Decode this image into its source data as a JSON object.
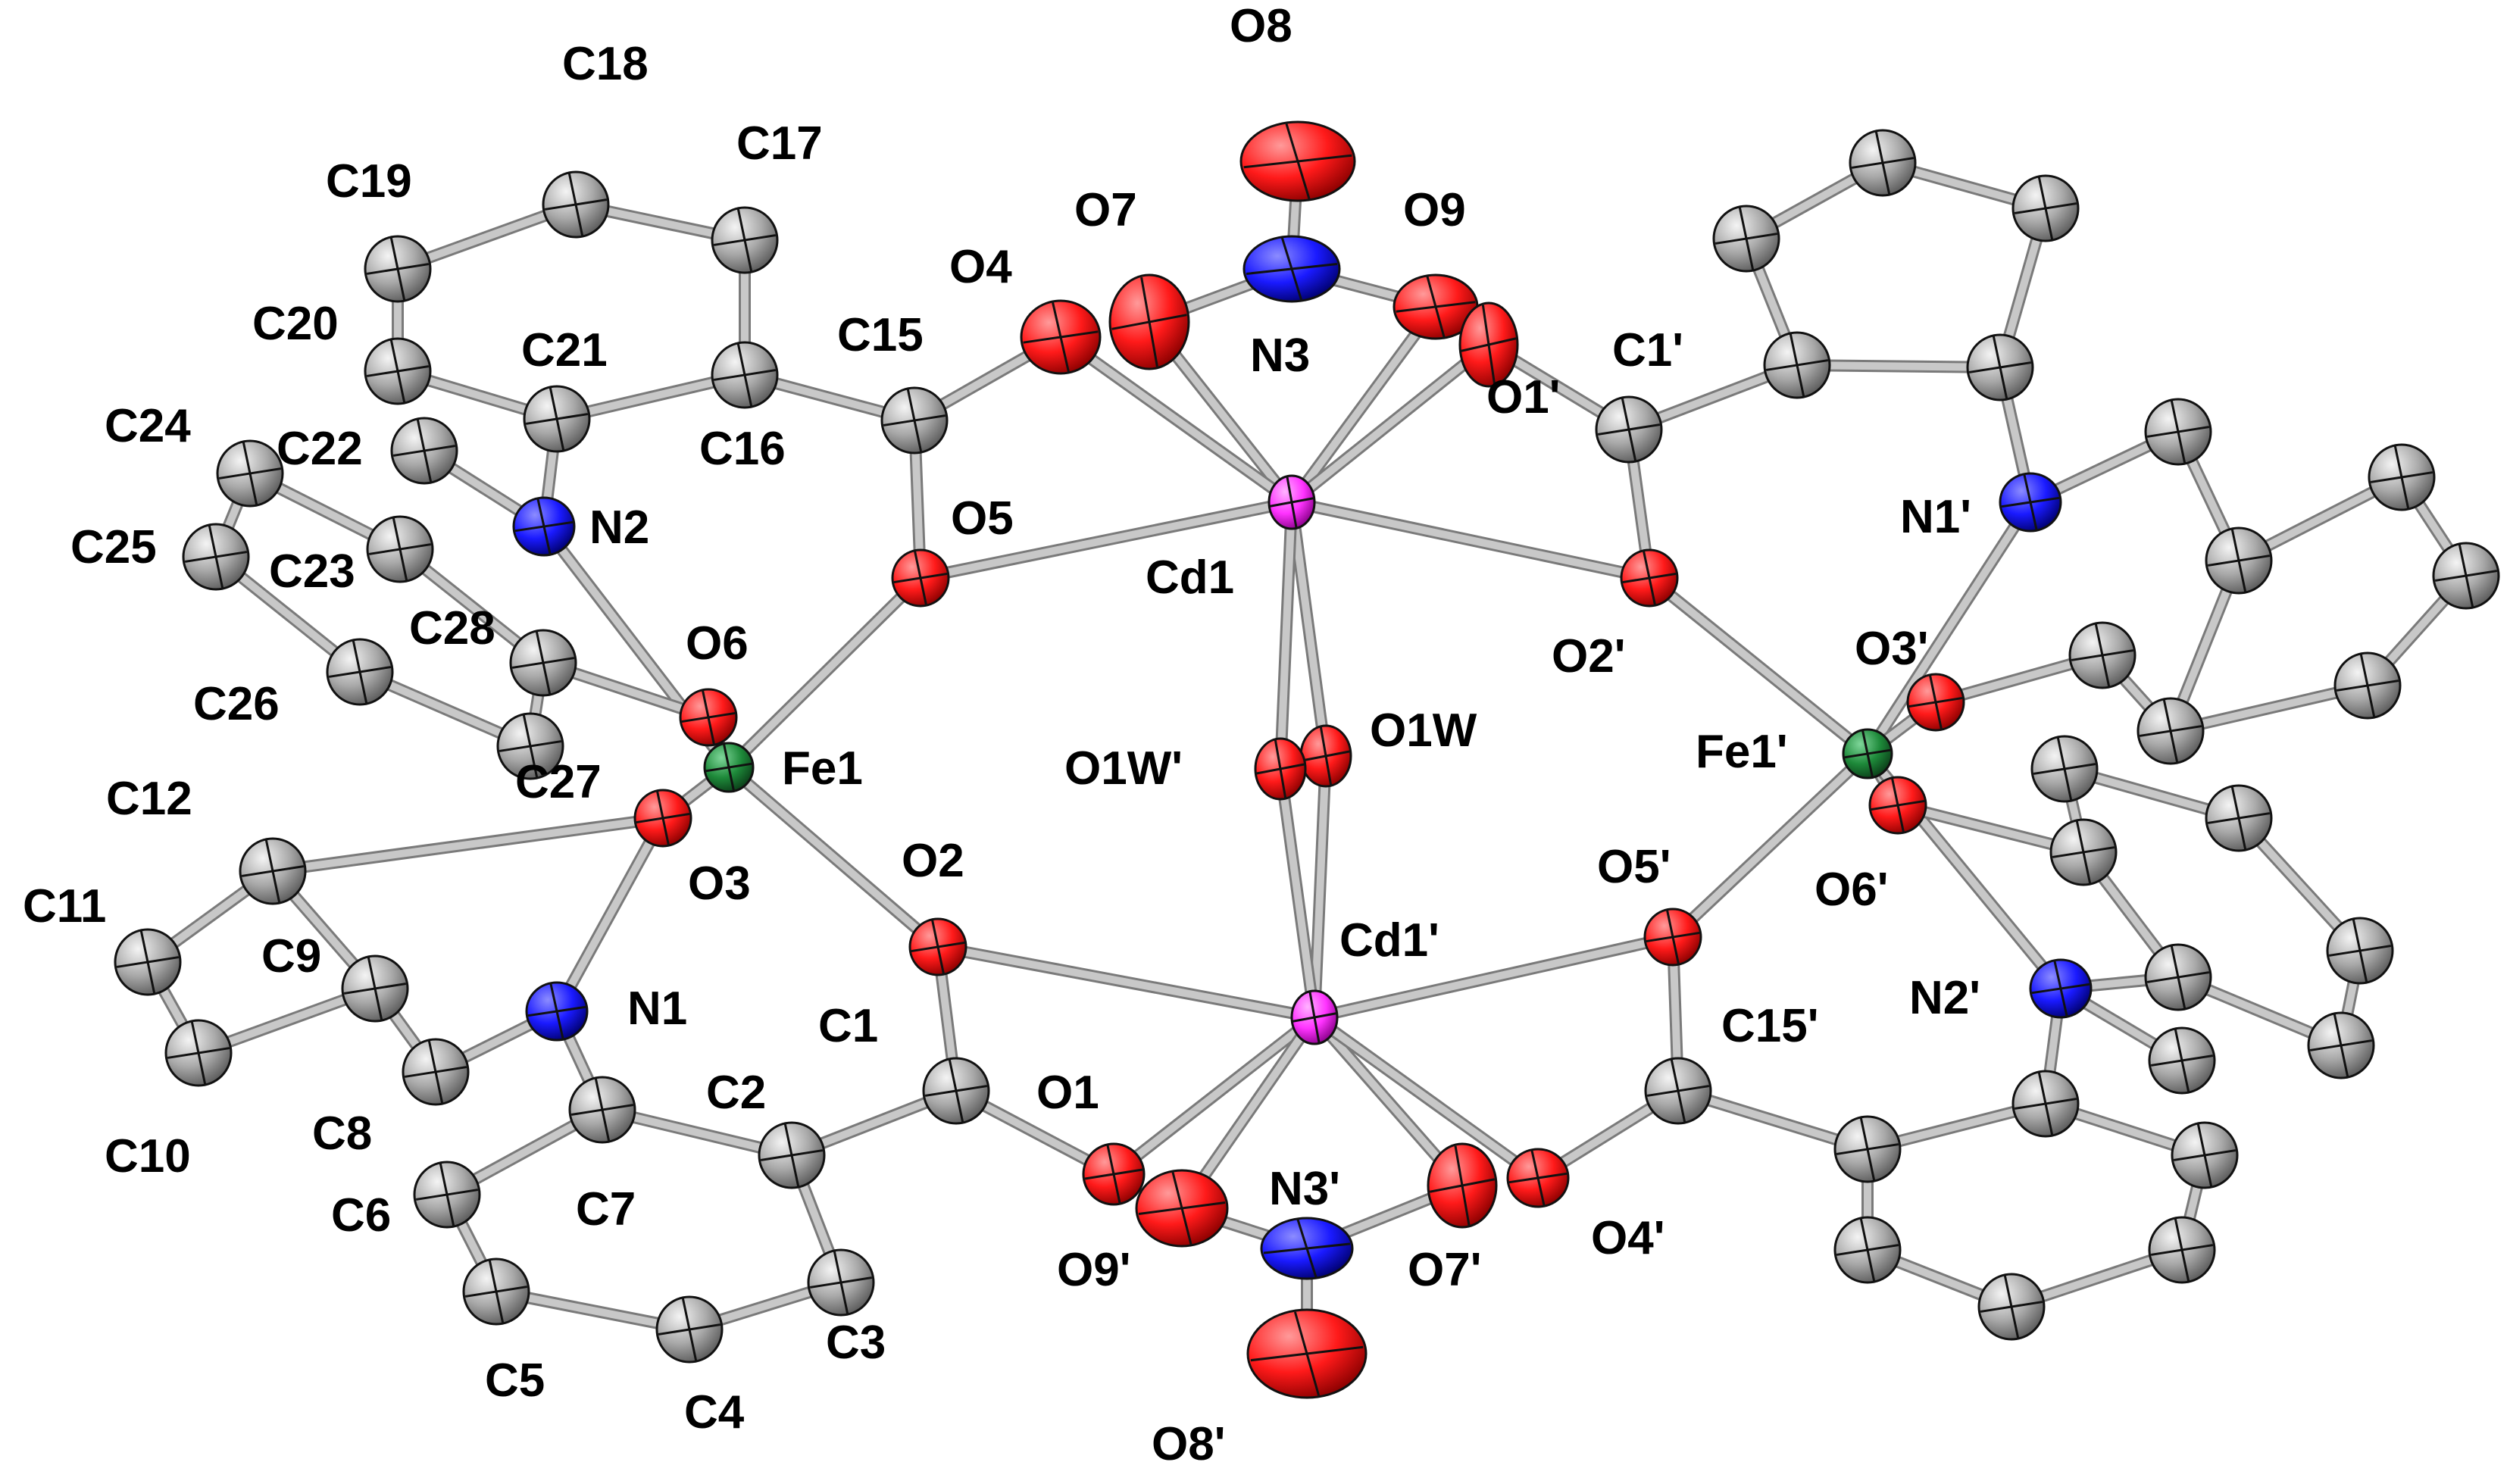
{
  "colors": {
    "C": "#a9a9a9",
    "N": "#1a1aff",
    "O": "#ff1a1a",
    "Fe": "#1e8a3a",
    "Cd": "#ff33ff",
    "bond": "#c8c8c8",
    "background": "#ffffff"
  },
  "atoms": [
    {
      "id": "O8",
      "element": "O",
      "label": "O8"
    },
    {
      "id": "N3",
      "element": "N",
      "label": "N3"
    },
    {
      "id": "O7",
      "element": "O",
      "label": "O7"
    },
    {
      "id": "O9",
      "element": "O",
      "label": "O9"
    },
    {
      "id": "O4",
      "element": "O",
      "label": "O4"
    },
    {
      "id": "O1'",
      "element": "O",
      "label": "O1'"
    },
    {
      "id": "Cd1",
      "element": "Cd",
      "label": "Cd1"
    },
    {
      "id": "C15",
      "element": "C",
      "label": "C15"
    },
    {
      "id": "O5",
      "element": "O",
      "label": "O5"
    },
    {
      "id": "C16",
      "element": "C",
      "label": "C16"
    },
    {
      "id": "C17",
      "element": "C",
      "label": "C17"
    },
    {
      "id": "C18",
      "element": "C",
      "label": "C18"
    },
    {
      "id": "C19",
      "element": "C",
      "label": "C19"
    },
    {
      "id": "C20",
      "element": "C",
      "label": "C20"
    },
    {
      "id": "C21",
      "element": "C",
      "label": "C21"
    },
    {
      "id": "N2",
      "element": "N",
      "label": "N2"
    },
    {
      "id": "C22",
      "element": "C",
      "label": "C22"
    },
    {
      "id": "C23",
      "element": "C",
      "label": "C23"
    },
    {
      "id": "C24",
      "element": "C",
      "label": "C24"
    },
    {
      "id": "C25",
      "element": "C",
      "label": "C25"
    },
    {
      "id": "C26",
      "element": "C",
      "label": "C26"
    },
    {
      "id": "C28",
      "element": "C",
      "label": "C28"
    },
    {
      "id": "C27",
      "element": "C",
      "label": "C27"
    },
    {
      "id": "O6",
      "element": "O",
      "label": "O6"
    },
    {
      "id": "Fe1",
      "element": "Fe",
      "label": "Fe1"
    },
    {
      "id": "O3",
      "element": "O",
      "label": "O3"
    },
    {
      "id": "C12",
      "element": "C",
      "label": "C12"
    },
    {
      "id": "C11",
      "element": "C",
      "label": "C11"
    },
    {
      "id": "C9",
      "element": "C",
      "label": "C9"
    },
    {
      "id": "C10",
      "element": "C",
      "label": "C10"
    },
    {
      "id": "C8",
      "element": "C",
      "label": "C8"
    },
    {
      "id": "N1",
      "element": "N",
      "label": "N1"
    },
    {
      "id": "O2",
      "element": "O",
      "label": "O2"
    },
    {
      "id": "C1",
      "element": "C",
      "label": "C1"
    },
    {
      "id": "C2",
      "element": "C",
      "label": "C2"
    },
    {
      "id": "C7",
      "element": "C",
      "label": "C7"
    },
    {
      "id": "C6",
      "element": "C",
      "label": "C6"
    },
    {
      "id": "C5",
      "element": "C",
      "label": "C5"
    },
    {
      "id": "C4",
      "element": "C",
      "label": "C4"
    },
    {
      "id": "C3",
      "element": "C",
      "label": "C3"
    },
    {
      "id": "O1",
      "element": "O",
      "label": "O1"
    },
    {
      "id": "O9'",
      "element": "O",
      "label": "O9'"
    },
    {
      "id": "N3'",
      "element": "N",
      "label": "N3'"
    },
    {
      "id": "O8'",
      "element": "O",
      "label": "O8'"
    },
    {
      "id": "O7'",
      "element": "O",
      "label": "O7'"
    },
    {
      "id": "O4'",
      "element": "O",
      "label": "O4'"
    },
    {
      "id": "Cd1'",
      "element": "Cd",
      "label": "Cd1'"
    },
    {
      "id": "O1W",
      "element": "O",
      "label": "O1W"
    },
    {
      "id": "O1W'",
      "element": "O",
      "label": "O1W'"
    },
    {
      "id": "C1'",
      "element": "C",
      "label": "C1'"
    },
    {
      "id": "O2'",
      "element": "O",
      "label": "O2'"
    },
    {
      "id": "Fe1'",
      "element": "Fe",
      "label": "Fe1'"
    },
    {
      "id": "O3'",
      "element": "O",
      "label": "O3'"
    },
    {
      "id": "O6'",
      "element": "O",
      "label": "O6'"
    },
    {
      "id": "N1'",
      "element": "N",
      "label": "N1'"
    },
    {
      "id": "N2'",
      "element": "N",
      "label": "N2'"
    },
    {
      "id": "O5'",
      "element": "O",
      "label": "O5'"
    },
    {
      "id": "C15'",
      "element": "C",
      "label": "C15'"
    },
    {
      "id": "Ra1",
      "element": "C",
      "label": ""
    },
    {
      "id": "Ra2",
      "element": "C",
      "label": ""
    },
    {
      "id": "Ra3",
      "element": "C",
      "label": ""
    },
    {
      "id": "Ra4",
      "element": "C",
      "label": ""
    },
    {
      "id": "Ra5",
      "element": "C",
      "label": ""
    },
    {
      "id": "Rb1",
      "element": "C",
      "label": ""
    },
    {
      "id": "Rb2",
      "element": "C",
      "label": ""
    },
    {
      "id": "Rb3",
      "element": "C",
      "label": ""
    },
    {
      "id": "Rb4",
      "element": "C",
      "label": ""
    },
    {
      "id": "Rb5",
      "element": "C",
      "label": ""
    },
    {
      "id": "Rb6",
      "element": "C",
      "label": ""
    },
    {
      "id": "Rb7",
      "element": "C",
      "label": ""
    },
    {
      "id": "Rc1",
      "element": "C",
      "label": ""
    },
    {
      "id": "Rc2",
      "element": "C",
      "label": ""
    },
    {
      "id": "Rc3",
      "element": "C",
      "label": ""
    },
    {
      "id": "Rc4",
      "element": "C",
      "label": ""
    },
    {
      "id": "Rc5",
      "element": "C",
      "label": ""
    },
    {
      "id": "Rc6",
      "element": "C",
      "label": ""
    },
    {
      "id": "Rc7",
      "element": "C",
      "label": ""
    },
    {
      "id": "Rd1",
      "element": "C",
      "label": ""
    },
    {
      "id": "Rd2",
      "element": "C",
      "label": ""
    },
    {
      "id": "Rd3",
      "element": "C",
      "label": ""
    },
    {
      "id": "Rd4",
      "element": "C",
      "label": ""
    },
    {
      "id": "Rd5",
      "element": "C",
      "label": ""
    },
    {
      "id": "Rd6",
      "element": "C",
      "label": ""
    }
  ],
  "bonds": [
    [
      "N3",
      "O8"
    ],
    [
      "N3",
      "O7"
    ],
    [
      "N3",
      "O9"
    ],
    [
      "O7",
      "Cd1"
    ],
    [
      "O9",
      "Cd1"
    ],
    [
      "O4",
      "Cd1"
    ],
    [
      "O1'",
      "Cd1"
    ],
    [
      "O4",
      "C15"
    ],
    [
      "C15",
      "O5"
    ],
    [
      "C15",
      "C16"
    ],
    [
      "O5",
      "Cd1"
    ],
    [
      "O5",
      "Fe1"
    ],
    [
      "C16",
      "C17"
    ],
    [
      "C17",
      "C18"
    ],
    [
      "C18",
      "C19"
    ],
    [
      "C19",
      "C20"
    ],
    [
      "C20",
      "C21"
    ],
    [
      "C21",
      "C16"
    ],
    [
      "C21",
      "N2"
    ],
    [
      "N2",
      "C22"
    ],
    [
      "N2",
      "Fe1"
    ],
    [
      "C24",
      "C23"
    ],
    [
      "C23",
      "C28"
    ],
    [
      "C28",
      "C27"
    ],
    [
      "C27",
      "C26"
    ],
    [
      "C26",
      "C25"
    ],
    [
      "C25",
      "C24"
    ],
    [
      "C28",
      "O6"
    ],
    [
      "O6",
      "Fe1"
    ],
    [
      "Fe1",
      "O3"
    ],
    [
      "Fe1",
      "O2"
    ],
    [
      "O3",
      "C12"
    ],
    [
      "C12",
      "C11"
    ],
    [
      "C11",
      "C10"
    ],
    [
      "C10",
      "C9"
    ],
    [
      "C9",
      "C12"
    ],
    [
      "C9",
      "C8"
    ],
    [
      "C8",
      "N1"
    ],
    [
      "N1",
      "O3"
    ],
    [
      "N1",
      "C7"
    ],
    [
      "O2",
      "C1"
    ],
    [
      "O2",
      "Cd1'"
    ],
    [
      "C1",
      "C2"
    ],
    [
      "C1",
      "O1"
    ],
    [
      "C2",
      "C7"
    ],
    [
      "C7",
      "C6"
    ],
    [
      "C6",
      "C5"
    ],
    [
      "C5",
      "C4"
    ],
    [
      "C4",
      "C3"
    ],
    [
      "C3",
      "C2"
    ],
    [
      "O1",
      "Cd1'"
    ],
    [
      "O9'",
      "Cd1'"
    ],
    [
      "O7'",
      "Cd1'"
    ],
    [
      "O4'",
      "Cd1'"
    ],
    [
      "N3'",
      "O9'"
    ],
    [
      "N3'",
      "O7'"
    ],
    [
      "N3'",
      "O8'"
    ],
    [
      "Cd1",
      "O1W"
    ],
    [
      "Cd1",
      "O1W'"
    ],
    [
      "Cd1'",
      "O1W"
    ],
    [
      "Cd1'",
      "O1W'"
    ],
    [
      "Cd1",
      "O2'"
    ],
    [
      "Cd1'",
      "O5'"
    ],
    [
      "O1'",
      "C1'"
    ],
    [
      "C1'",
      "O2'"
    ],
    [
      "C1'",
      "Ra1"
    ],
    [
      "O2'",
      "Fe1'"
    ],
    [
      "Ra1",
      "Ra2"
    ],
    [
      "Ra2",
      "Ra3"
    ],
    [
      "Ra3",
      "Ra4"
    ],
    [
      "Ra4",
      "Ra5"
    ],
    [
      "Ra5",
      "N1'"
    ],
    [
      "Ra5",
      "Ra1"
    ],
    [
      "N1'",
      "Fe1'"
    ],
    [
      "N1'",
      "Rb1"
    ],
    [
      "Rb1",
      "Rb2"
    ],
    [
      "Rb2",
      "Rb3"
    ],
    [
      "Rb3",
      "Rb4"
    ],
    [
      "Rb4",
      "Rb5"
    ],
    [
      "Rb5",
      "Rb6"
    ],
    [
      "Rb6",
      "Rb2"
    ],
    [
      "Rb6",
      "Rb7"
    ],
    [
      "Rb7",
      "O3'"
    ],
    [
      "O3'",
      "Fe1'"
    ],
    [
      "O6'",
      "Fe1'"
    ],
    [
      "O5'",
      "Fe1'"
    ],
    [
      "N2'",
      "Fe1'"
    ],
    [
      "O6'",
      "Rc1"
    ],
    [
      "Rc1",
      "Rc2"
    ],
    [
      "Rc2",
      "Rc3"
    ],
    [
      "Rc3",
      "Rc4"
    ],
    [
      "Rc4",
      "Rc5"
    ],
    [
      "Rc5",
      "Rc6"
    ],
    [
      "Rc6",
      "Rc1"
    ],
    [
      "Rc6",
      "N2'"
    ],
    [
      "N2'",
      "Rc7"
    ],
    [
      "O5'",
      "C15'"
    ],
    [
      "C15'",
      "O4'"
    ],
    [
      "C15'",
      "Rd1"
    ],
    [
      "Rd1",
      "Rd2"
    ],
    [
      "Rd2",
      "Rd3"
    ],
    [
      "Rd3",
      "Rd4"
    ],
    [
      "Rd4",
      "Rd5"
    ],
    [
      "Rd5",
      "Rd6"
    ],
    [
      "Rd6",
      "Rd1"
    ],
    [
      "Rd6",
      "N2'"
    ]
  ]
}
